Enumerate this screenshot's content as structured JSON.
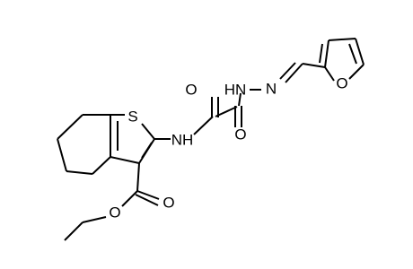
{
  "molecule": {
    "atoms": {
      "s": "S",
      "nh_amide": "NH",
      "o_amide": "O",
      "o_hydrazide": "O",
      "hn_hydrazide": "HN",
      "n_imine": "N",
      "o_furan": "O",
      "o_ester_carbonyl": "O",
      "o_ester_ether": "O"
    }
  },
  "colors": {
    "bond": "#000000",
    "label": "#000000",
    "background": "#ffffff"
  }
}
